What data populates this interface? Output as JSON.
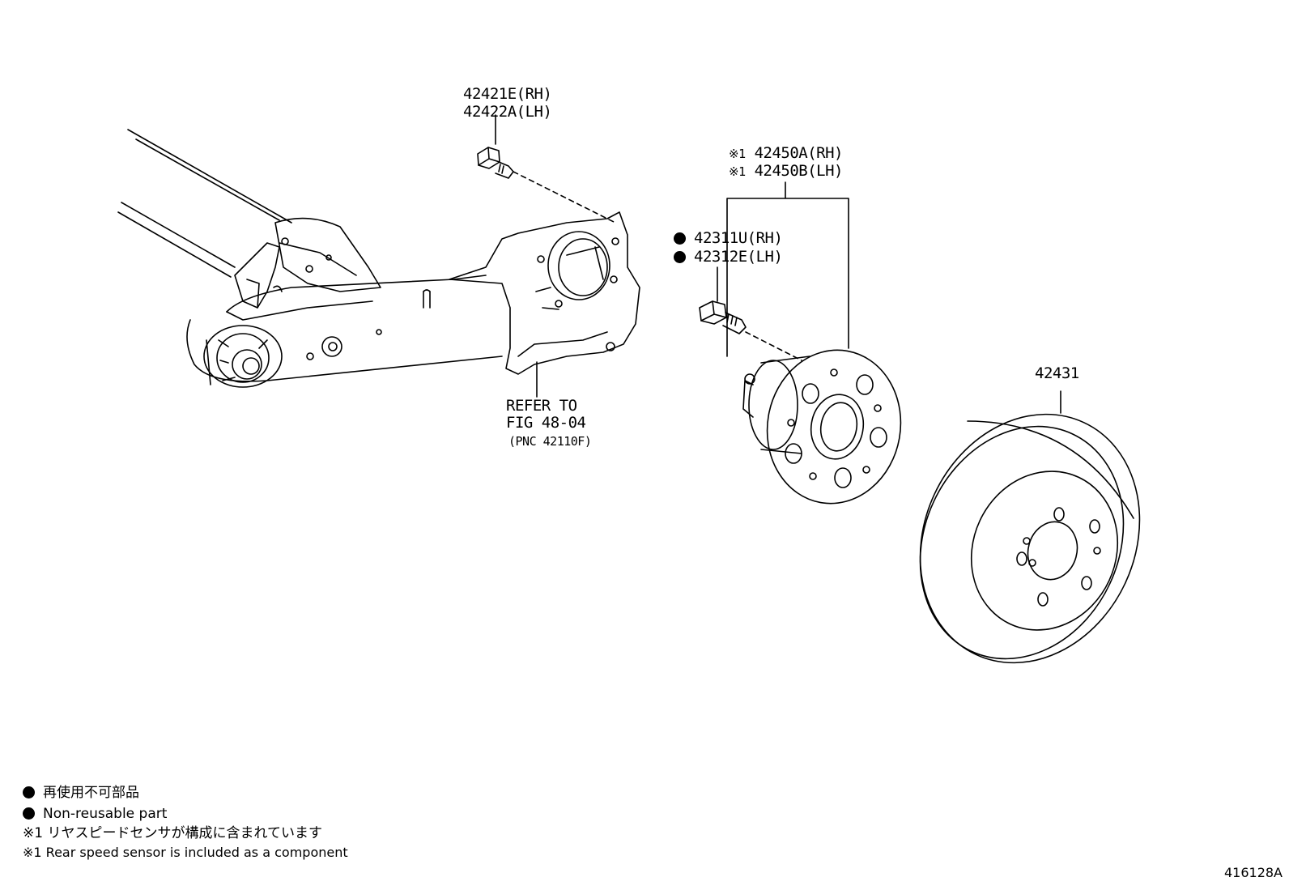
{
  "callouts": {
    "bolt_rh": "42421E(RH)",
    "bolt_lh": "42422A(LH)",
    "hub_rh_mark": "※1",
    "hub_rh": "42450A(RH)",
    "hub_lh_mark": "※1",
    "hub_lh": "42450B(LH)",
    "stud_rh": "42311U(RH)",
    "stud_lh": "42312E(LH)",
    "disc": "42431",
    "refer_line1": "REFER TO",
    "refer_line2": "FIG 48-04",
    "refer_line3": "(PNC 42110F)"
  },
  "legend": {
    "nonreusable_jp": "再使用不可部品",
    "nonreusable_en": "Non-reusable part",
    "note1_jp": "※1 リヤスピードセンサが構成に含まれています",
    "note1_en": "※1 Rear speed sensor is included as a component"
  },
  "figure_number": "416128A"
}
